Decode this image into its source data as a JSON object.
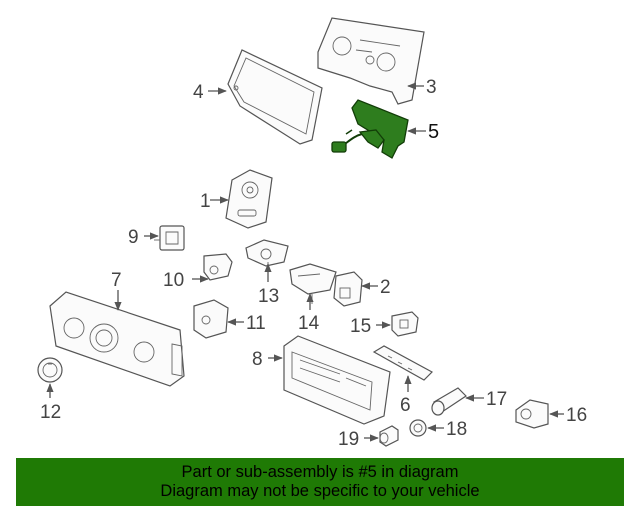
{
  "callouts": [
    "1",
    "2",
    "3",
    "4",
    "5",
    "6",
    "7",
    "8",
    "9",
    "10",
    "11",
    "12",
    "13",
    "14",
    "15",
    "16",
    "17",
    "18",
    "19"
  ],
  "banner": {
    "line1": "Part or sub-assembly is #5 in diagram",
    "line2": "Diagram may not be specific to your vehicle"
  },
  "colors": {
    "highlight": "#2e7d1e",
    "banner": "#1f7a05"
  }
}
